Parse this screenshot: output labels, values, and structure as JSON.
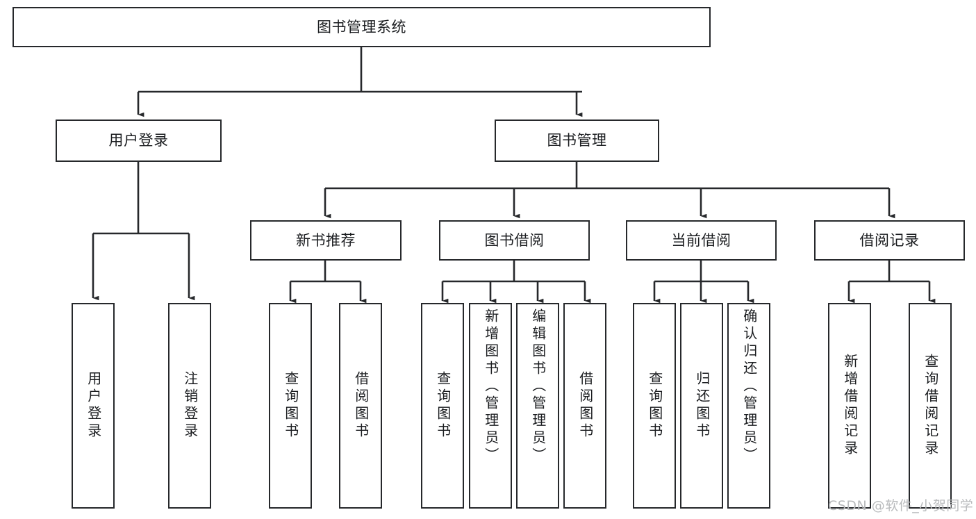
{
  "diagram": {
    "type": "tree-hierarchy",
    "orientation": "top-down",
    "title": "图书管理系统",
    "colors": {
      "stroke": "#26282b",
      "box_fill": "#ffffff",
      "text": "#1b1d20",
      "background": "#ffffff",
      "watermark": "#b9bbbd"
    },
    "root": {
      "label": "图书管理系统"
    },
    "level2": [
      {
        "label": "用户登录"
      },
      {
        "label": "图书管理"
      }
    ],
    "level3": [
      {
        "label": "新书推荐"
      },
      {
        "label": "图书借阅"
      },
      {
        "label": "当前借阅"
      },
      {
        "label": "借阅记录"
      }
    ],
    "leaves": {
      "user_login": [
        {
          "label": "用户登录"
        },
        {
          "label": "注销登录"
        }
      ],
      "new_book_recommend": [
        {
          "label": "查询图书"
        },
        {
          "label": "借阅图书"
        }
      ],
      "book_borrow": [
        {
          "label": "查询图书"
        },
        {
          "label": "新增图书（管理员）"
        },
        {
          "label": "编辑图书（管理员）"
        },
        {
          "label": "借阅图书"
        }
      ],
      "current_borrow": [
        {
          "label": "查询图书"
        },
        {
          "label": "归还图书"
        },
        {
          "label": "确认归还（管理员）"
        }
      ],
      "borrow_record": [
        {
          "label": "新增借阅记录"
        },
        {
          "label": "查询借阅记录"
        }
      ]
    },
    "watermark": "CSDN @软件_小贺同学"
  }
}
